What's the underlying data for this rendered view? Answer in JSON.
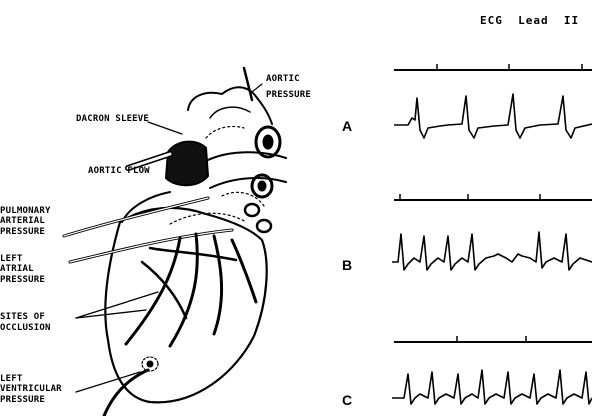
{
  "figure": {
    "title": "ECG  Lead  II",
    "labels": {
      "aortic_pressure_1": "AORTIC",
      "aortic_pressure_2": "PRESSURE",
      "dacron_sleeve": "DACRON SLEEVE",
      "aortic_flow": "AORTIC FLOW",
      "pulmonary_1": "PULMONARY",
      "pulmonary_2": "ARTERIAL",
      "pulmonary_3": "PRESSURE",
      "left_atrial_1": "LEFT",
      "left_atrial_2": "ATRIAL",
      "left_atrial_3": "PRESSURE",
      "occlusion_1": "SITES OF",
      "occlusion_2": "OCCLUSION",
      "left_vent_1": "LEFT",
      "left_vent_2": "VENTRICULAR",
      "left_vent_3": "PRESSURE"
    },
    "panels": [
      "A",
      "B",
      "C"
    ]
  }
}
